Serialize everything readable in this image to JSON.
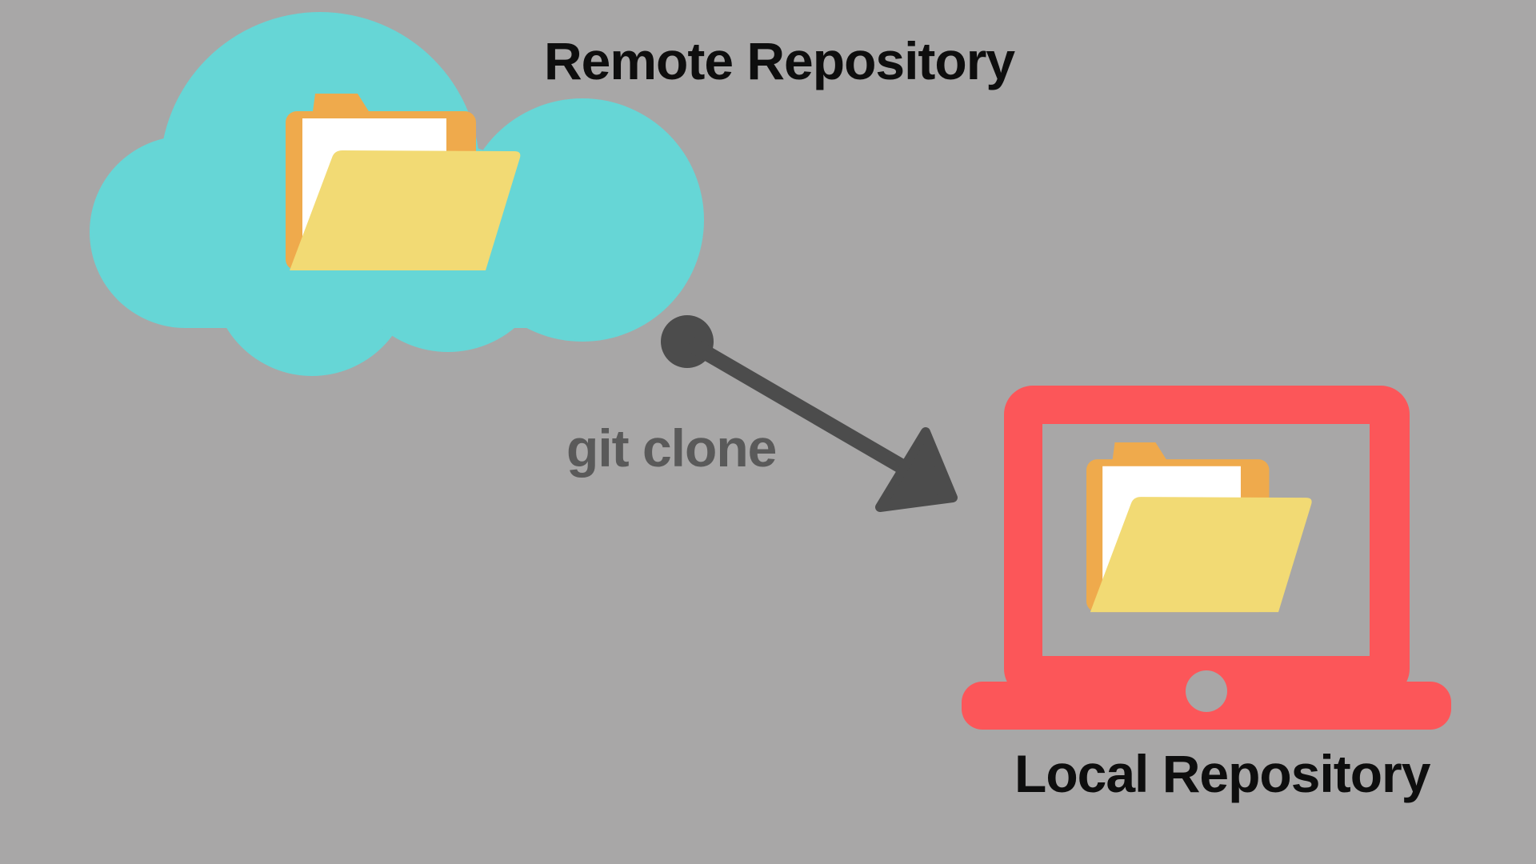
{
  "remote": {
    "label": "Remote Repository"
  },
  "local": {
    "label": "Local Repository"
  },
  "arrow": {
    "label": "git clone"
  },
  "colors": {
    "background": "#a8a7a7",
    "cloud": "#66d6d6",
    "laptop": "#fc5659",
    "screen": "#a8a7a7",
    "button": "#a8a7a7",
    "folder_back": "#efaa4c",
    "folder_front": "#f2da74",
    "paper": "#ffffff",
    "arrow": "#4c4c4c",
    "arrow_label_text": "#5a5a5a",
    "title_text": "#0e0e0e"
  }
}
